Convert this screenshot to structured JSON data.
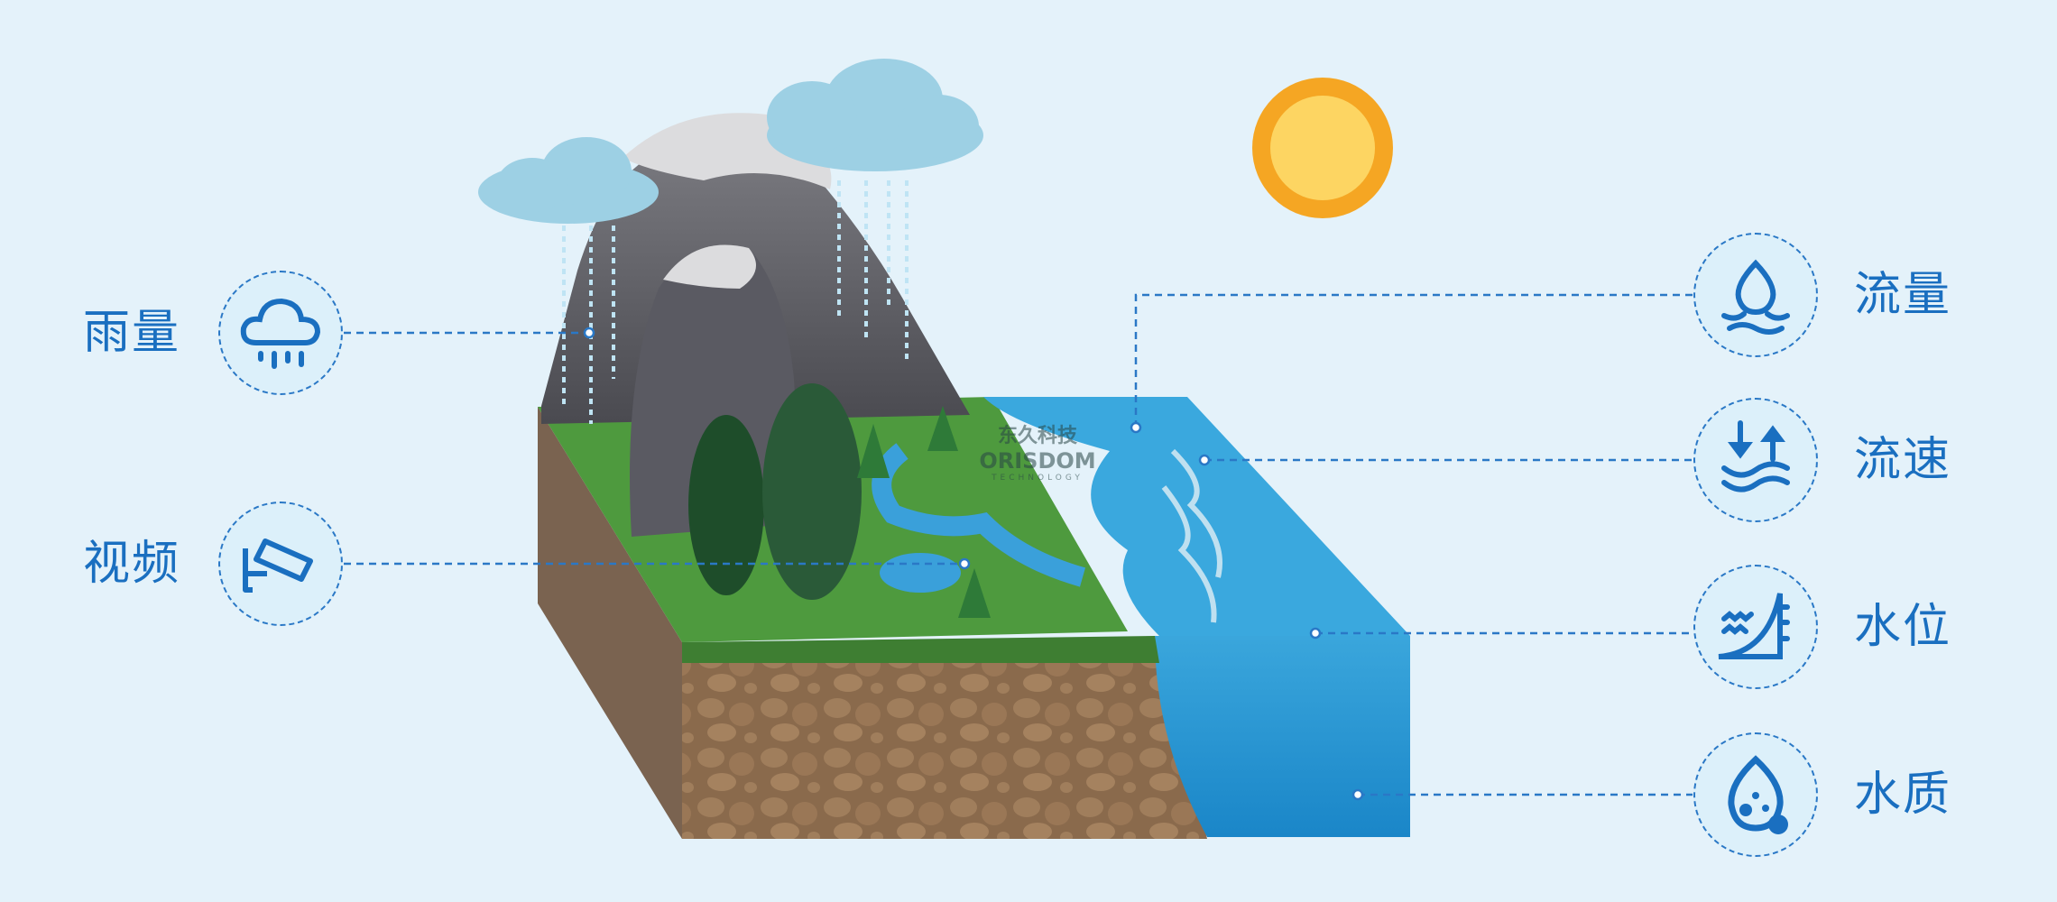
{
  "sensors": [
    {
      "id": "rainfall",
      "label": "雨量",
      "icon": "rain-cloud-icon"
    },
    {
      "id": "video",
      "label": "视频",
      "icon": "camera-icon"
    },
    {
      "id": "flow",
      "label": "流量",
      "icon": "water-drop-waves-icon"
    },
    {
      "id": "velocity",
      "label": "流速",
      "icon": "arrows-waves-icon"
    },
    {
      "id": "level",
      "label": "水位",
      "icon": "water-level-gauge-icon"
    },
    {
      "id": "quality",
      "label": "水质",
      "icon": "water-quality-drop-icon"
    }
  ],
  "watermark": {
    "cn": "东久科技",
    "en": "ORISDOM",
    "sub": "TECHNOLOGY"
  },
  "colors": {
    "accent": "#1a6fc0",
    "background": "#e4f2fa",
    "water": "#2b9bd6",
    "grass": "#4e9a3e",
    "soil": "#8a6a4c",
    "sun": "#f5a623"
  }
}
